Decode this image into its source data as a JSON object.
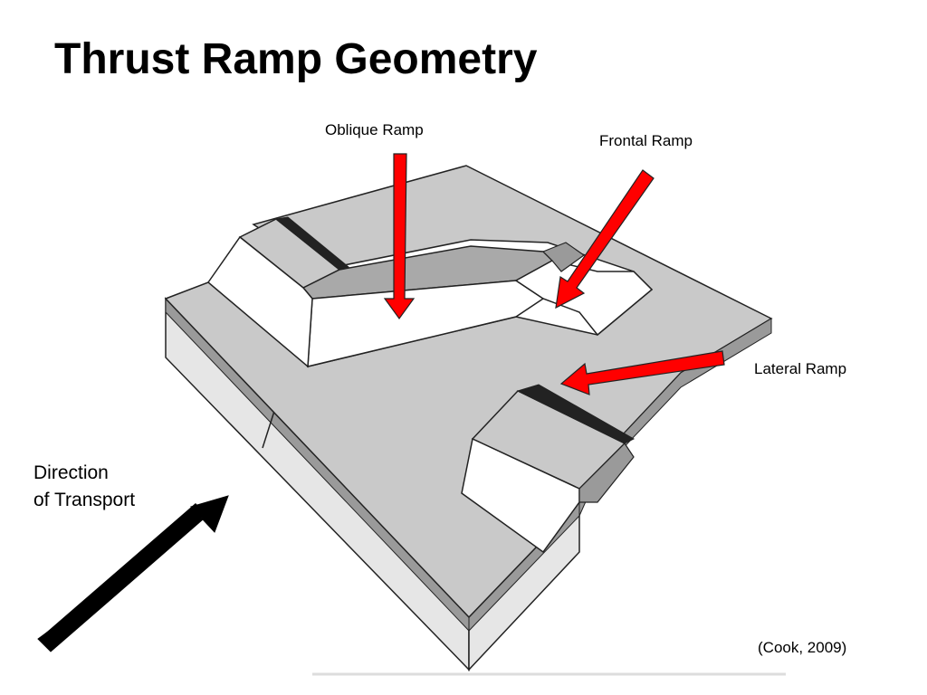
{
  "title": "Thrust Ramp Geometry",
  "labels": {
    "oblique_ramp": "Oblique Ramp",
    "frontal_ramp": "Frontal Ramp",
    "lateral_ramp": "Lateral Ramp",
    "transport_line1": "Direction",
    "transport_line2": "of Transport",
    "citation": "(Cook, 2009)"
  },
  "colors": {
    "surface": "#c9c9c9",
    "surface_dark": "#9a9a9a",
    "ramp_face": "#ffffff",
    "side_face": "#e6e6e6",
    "outline": "#222222",
    "pointer_arrow": "#ff0000",
    "transport_arrow": "#000000"
  }
}
